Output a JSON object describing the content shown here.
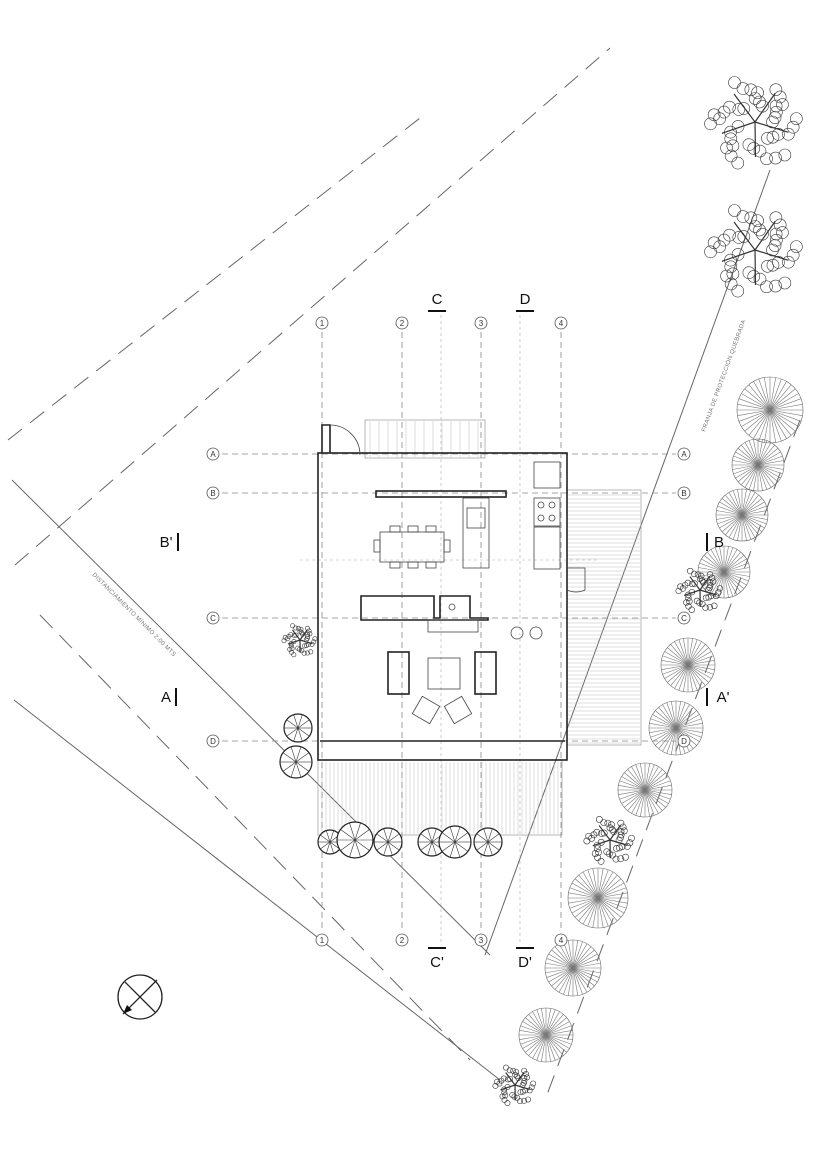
{
  "grid": {
    "columns": [
      "1",
      "2",
      "3",
      "4"
    ],
    "rows": [
      "A",
      "B",
      "C",
      "D"
    ]
  },
  "sections": {
    "top": [
      "C",
      "D"
    ],
    "bottom": [
      "C'",
      "D'"
    ],
    "left": [
      "B'",
      "A"
    ],
    "right": [
      "B",
      "A'"
    ]
  },
  "annotations": {
    "setback": "DISTANCIAMIENTO MÍNIMO 2.00 MTS",
    "protection_strip": "FRANJA DE PROTECCIÓN QUEBRADA"
  },
  "icons": {
    "north_arrow": "north-arrow-icon",
    "tree": "tree-icon"
  }
}
